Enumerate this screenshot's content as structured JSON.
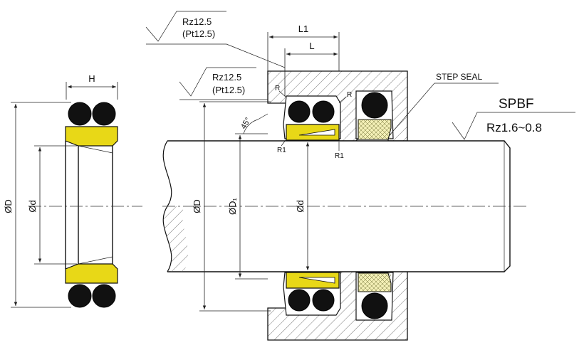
{
  "labels": {
    "H": "H",
    "D_left": "ØD",
    "d_left": "Ød",
    "L1": "L1",
    "L": "L",
    "D_main": "ØD",
    "D1_main": "ØD₁",
    "d_main": "Ød",
    "angle": "45°",
    "R1_a": "R1",
    "R1_b": "R1",
    "R_a": "R",
    "R_b": "R",
    "rz_top": "Rz12.5",
    "pt_top": "(Pt12.5)",
    "rz_mid": "Rz12.5",
    "pt_mid": "(Pt12.5)",
    "step_seal": "STEP SEAL",
    "product": "SPBF",
    "rz_shaft": "Rz1.6~0.8"
  },
  "colors": {
    "seal_ring": "#e8d817",
    "step_ring": "#f3efb6",
    "oring": "#111111",
    "line": "#111111"
  }
}
